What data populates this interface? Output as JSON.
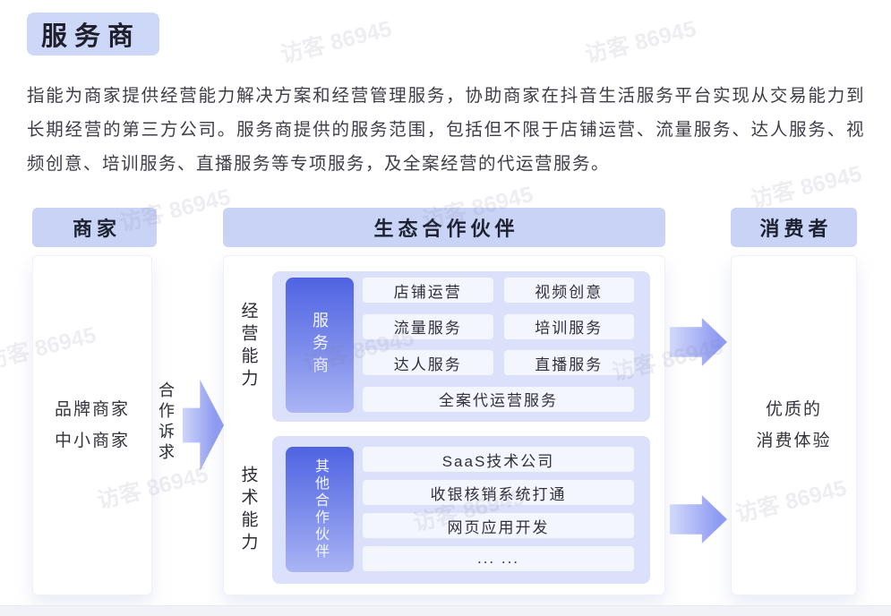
{
  "page": {
    "title": "服务商",
    "description": "指能为商家提供经营能力解决方案和经营管理服务，协助商家在抖音生活服务平台实现从交易能力到长期经营的第三方公司。服务商提供的服务范围，包括但不限于店铺运营、流量服务、达人服务、视频创意、培训服务、直播服务等专项服务，及全案经营的代运营服务。",
    "watermark": "访客 86945"
  },
  "diagram": {
    "merchant": {
      "header": "商家",
      "body_lines": [
        "品牌商家",
        "中小商家"
      ]
    },
    "demand_label": "合作诉求",
    "eco": {
      "header": "生态合作伙伴",
      "business": {
        "side_label": "经营能力",
        "core_label": "服务商",
        "items": [
          "店铺运营",
          "视频创意",
          "流量服务",
          "培训服务",
          "达人服务",
          "直播服务"
        ],
        "full_item": "全案代运营服务"
      },
      "tech": {
        "side_label": "技术能力",
        "core_label": "其他合作伙伴",
        "items": [
          "SaaS技术公司",
          "收银核销系统打通",
          "网页应用开发",
          "... ..."
        ]
      }
    },
    "consumer": {
      "header": "消费者",
      "body_lines": [
        "优质的",
        "消费体验"
      ]
    }
  },
  "colors": {
    "title_badge_bg": "#cdd7f8",
    "section_header_bg": "#c9d3f6",
    "panel_bg": "#dbe1fa",
    "item_bg": "#f4f6fe",
    "core_box_gradient_top": "#4f63e2",
    "core_box_gradient_bottom": "#aab5f4",
    "arrow_color": "#8e9bf2",
    "text_dark": "#33333d",
    "watermark_color": "#e9eaef"
  }
}
